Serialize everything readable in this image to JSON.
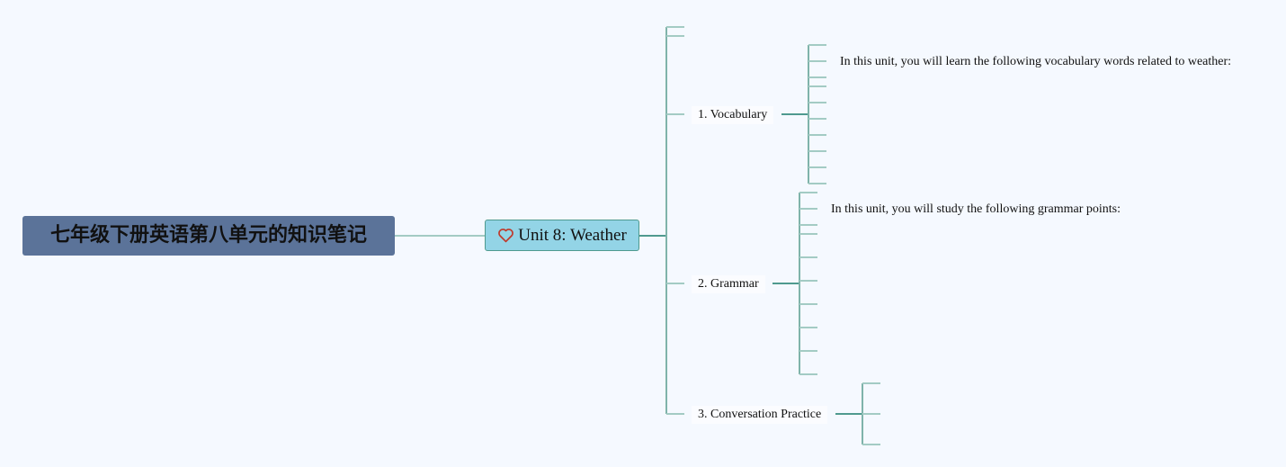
{
  "mindmap": {
    "root": {
      "label": "七年级下册英语第八单元的知识笔记"
    },
    "center": {
      "label": "Unit 8: Weather",
      "icon": "heart-icon"
    },
    "branches": [
      {
        "label": "1. Vocabulary",
        "children": [
          "In this unit, you will learn the following vocabulary words related to weather:",
          "",
          "",
          "",
          "",
          "",
          "",
          "",
          "",
          ""
        ]
      },
      {
        "label": "2. Grammar",
        "children": [
          "In this unit, you will study the following grammar points:",
          "",
          "",
          "",
          "",
          "",
          "",
          "",
          "",
          ""
        ]
      },
      {
        "label": "3. Conversation Practice",
        "children": [
          "",
          "",
          ""
        ]
      }
    ],
    "colors": {
      "background": "#f5f9ff",
      "root_fill": "#5b7399",
      "center_fill": "#93d4e6",
      "connector": "#4f9a8f",
      "connector_light": "#a3cbc4",
      "heart": "#c0392b"
    }
  }
}
